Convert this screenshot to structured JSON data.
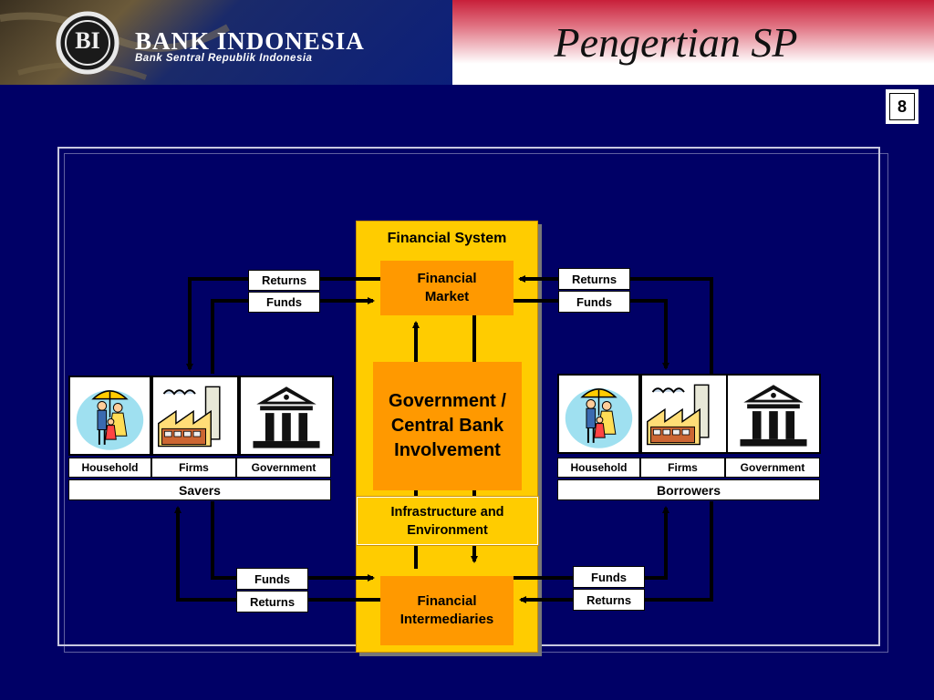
{
  "header": {
    "bank_name": "BANK INDONESIA",
    "bank_subtitle": "Bank Sentral Republik Indonesia",
    "logo_text": "BI",
    "title": "Pengertian SP"
  },
  "page_number": "8",
  "diagram": {
    "financial_system_title": "Financial System",
    "financial_market": "Financial Market",
    "government_involvement": "Government / Central Bank Involvement",
    "infrastructure": "Infrastructure and Environment",
    "financial_intermediaries": "Financial Intermediaries",
    "savers": {
      "group_label": "Savers",
      "entities": [
        "Household",
        "Firms",
        "Government"
      ],
      "top_returns": "Returns",
      "top_funds": "Funds",
      "bottom_funds": "Funds",
      "bottom_returns": "Returns"
    },
    "borrowers": {
      "group_label": "Borrowers",
      "entities": [
        "Household",
        "Firms",
        "Government"
      ],
      "top_returns": "Returns",
      "top_funds": "Funds",
      "bottom_funds": "Funds",
      "bottom_returns": "Returns"
    }
  },
  "colors": {
    "background": "#000066",
    "financial_system": "#ffcc00",
    "component_boxes": "#ff9900",
    "header_red": "#c8203a"
  }
}
